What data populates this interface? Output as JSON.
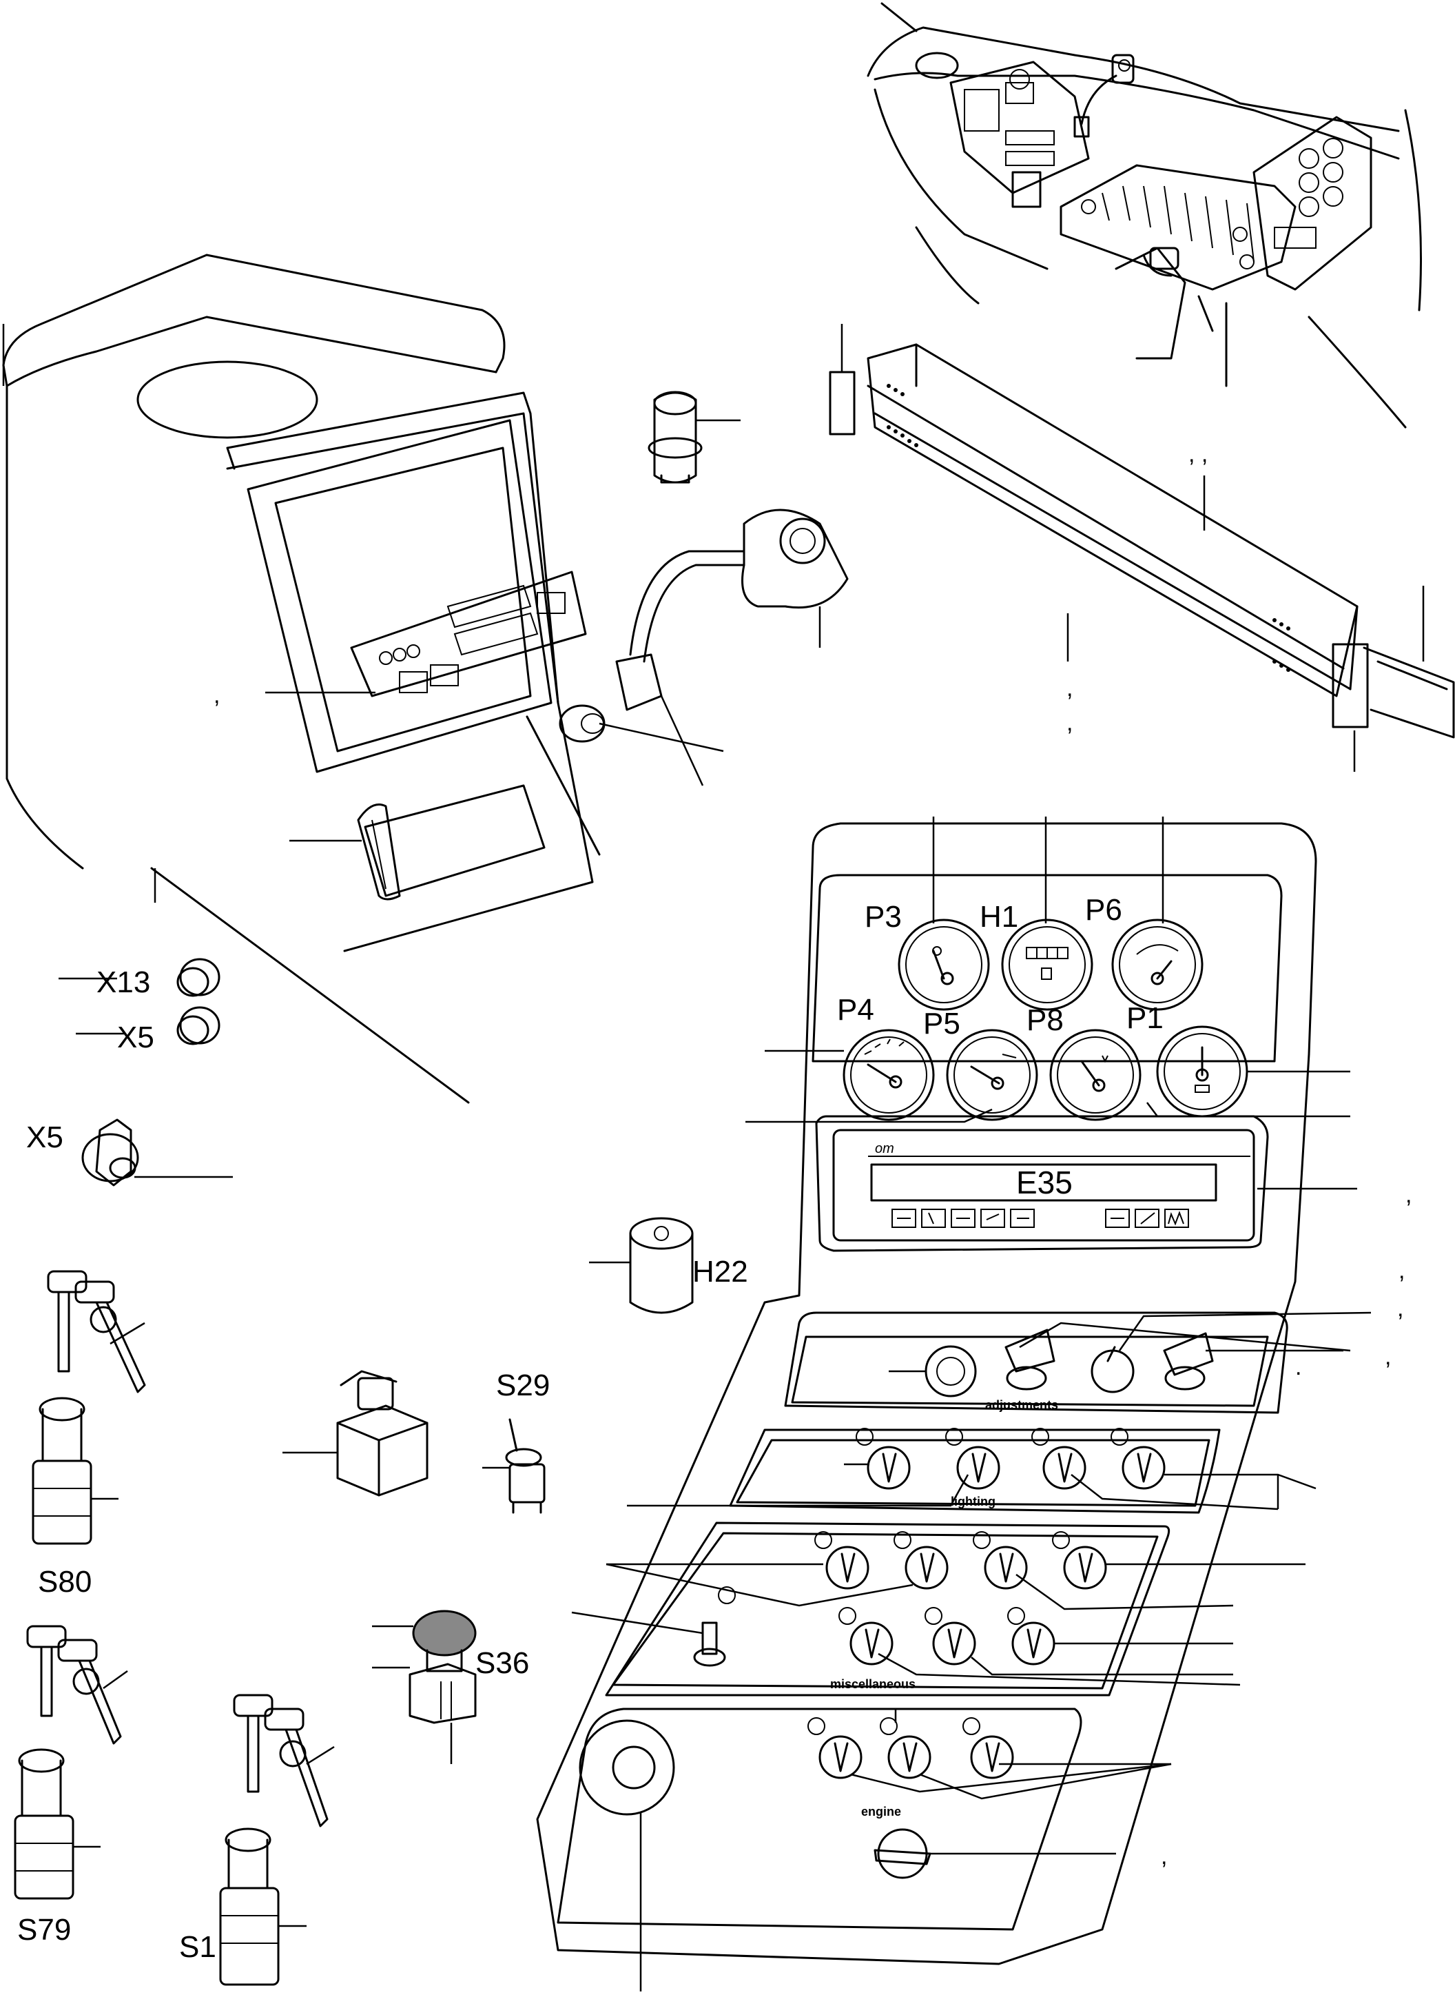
{
  "labels": {
    "x13": "X13",
    "x5a": "X5",
    "x5b": "X5",
    "h22": "H22",
    "s29": "S29",
    "s80": "S80",
    "s36": "S36",
    "s79": "S79",
    "s1": "S1",
    "p3": "P3",
    "h1": "H1",
    "p6": "P6",
    "p4": "P4",
    "p5": "P5",
    "p8": "P8",
    "p1": "P1",
    "e35": "E35"
  },
  "panel_sections": {
    "adjustments": "adjustments",
    "lighting": "lighting",
    "miscellaneous": "miscellaneous",
    "engine": "engine"
  },
  "display_brand": "om",
  "separators": {
    "c1": ",",
    "c2": ", ,",
    "c3": ",",
    "c4": ",",
    "c5": ",",
    "c6": ",",
    "c7": ",",
    "c8": ",",
    "c9": ",",
    "c10": "."
  }
}
